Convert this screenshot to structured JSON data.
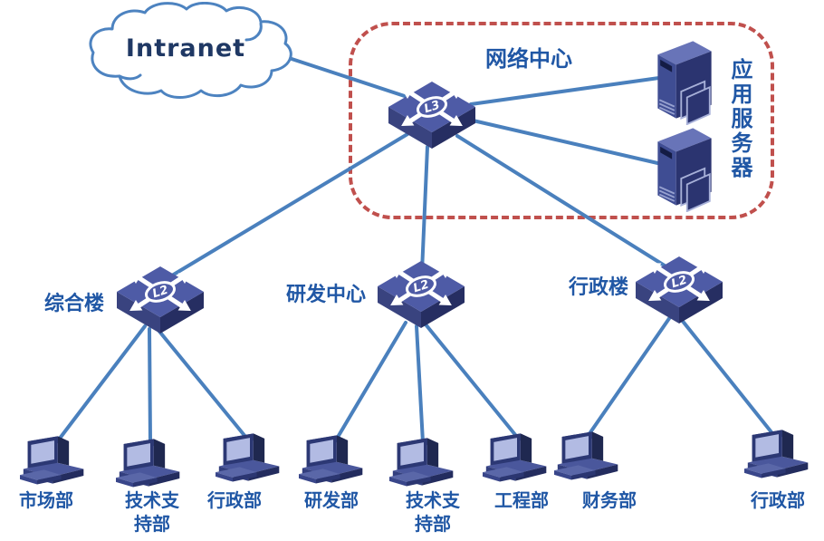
{
  "colors": {
    "link_line": "#4a80bd",
    "boundary_dashed": "#c0504d",
    "label_blue": "#2057a5",
    "intranet_text": "#1f3864",
    "node_navy": "#2b3671",
    "node_top_blue": "#4e5ba6",
    "pc_screen": "#b2bbe3"
  },
  "cloud": {
    "label": "Intranet",
    "icon": "cloud-icon"
  },
  "network_center": {
    "label": "网络中心",
    "core_switch": {
      "icon": "l3-switch-icon",
      "chip": "L3"
    },
    "servers": {
      "label": "应用服务器",
      "icon": "server-tower-icon"
    }
  },
  "buildings": [
    {
      "label": "综合楼",
      "chip": "L2",
      "icon": "l2-switch-icon"
    },
    {
      "label": "研发中心",
      "chip": "L2",
      "icon": "l2-switch-icon"
    },
    {
      "label": "行政楼",
      "chip": "L2",
      "icon": "l2-switch-icon"
    }
  ],
  "departments": [
    {
      "label": "市场部",
      "building": "综合楼"
    },
    {
      "label": "技术支持部",
      "building": "综合楼"
    },
    {
      "label": "行政部",
      "building": "综合楼"
    },
    {
      "label": "研发部",
      "building": "研发中心"
    },
    {
      "label": "技术支持部",
      "building": "研发中心"
    },
    {
      "label": "工程部",
      "building": "研发中心"
    },
    {
      "label": "财务部",
      "building": "行政楼"
    },
    {
      "label": "行政部",
      "building": "行政楼"
    }
  ]
}
